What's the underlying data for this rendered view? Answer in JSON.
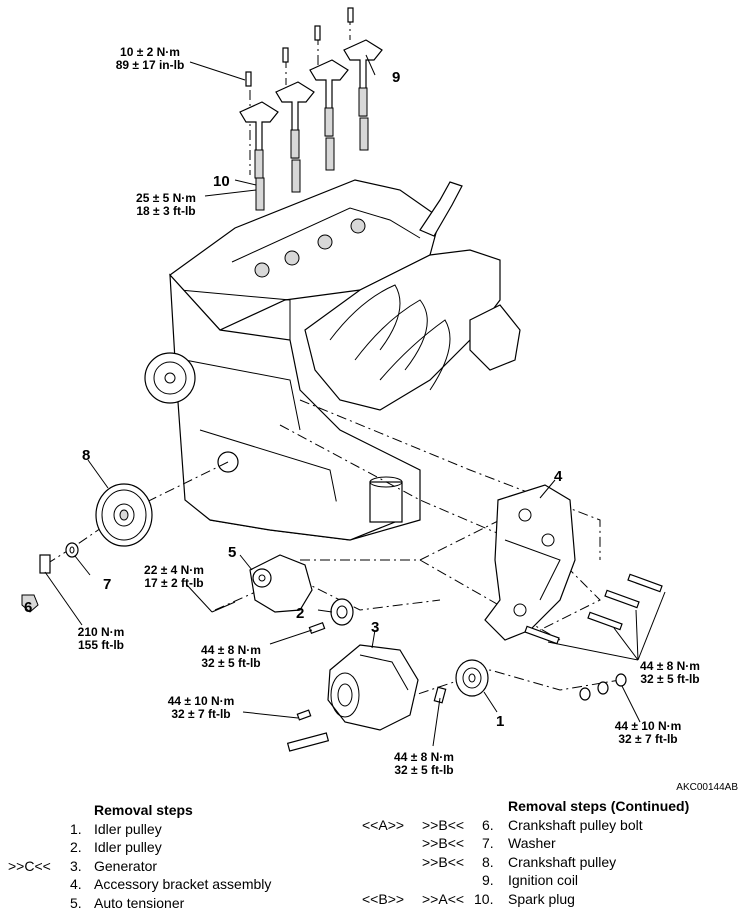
{
  "callouts": {
    "c1": "1",
    "c2": "2",
    "c3": "3",
    "c4": "4",
    "c5": "5",
    "c6": "6",
    "c7": "7",
    "c8": "8",
    "c9": "9",
    "c10": "10"
  },
  "torques": {
    "t_coil_a": "10 ± 2 N·m",
    "t_coil_b": "89 ± 17 in-lb",
    "t_plug_a": "25 ± 5 N·m",
    "t_plug_b": "18 ± 3 ft-lb",
    "t_tens_a": "22 ± 4 N·m",
    "t_tens_b": "17 ± 2 ft-lb",
    "t_pulley_a": "210 N·m",
    "t_pulley_b": "155 ft-lb",
    "t_idler2_a": "44 ± 8 N·m",
    "t_idler2_b": "32 ± 5 ft-lb",
    "t_gen_a": "44 ± 10 N·m",
    "t_gen_b": "32 ± 7 ft-lb",
    "t_idler1_a": "44 ± 8 N·m",
    "t_idler1_b": "32 ± 5 ft-lb",
    "t_brkt_a": "44 ± 8 N·m",
    "t_brkt_b": "32 ± 5 ft-lb",
    "t_brkt2_a": "44 ± 10 N·m",
    "t_brkt2_b": "32 ± 7 ft-lb"
  },
  "figure_code": "AKC00144AB",
  "removal_left": {
    "title": "Removal steps",
    "items": [
      {
        "mark_a": "",
        "mark_b": "",
        "num": "1.",
        "name": "Idler pulley"
      },
      {
        "mark_a": "",
        "mark_b": "",
        "num": "2.",
        "name": "Idler pulley"
      },
      {
        "mark_a": ">>C<<",
        "mark_b": "",
        "num": "3.",
        "name": "Generator"
      },
      {
        "mark_a": "",
        "mark_b": "",
        "num": "4.",
        "name": "Accessory bracket assembly"
      },
      {
        "mark_a": "",
        "mark_b": "",
        "num": "5.",
        "name": "Auto tensioner"
      }
    ]
  },
  "removal_right": {
    "title": "Removal steps (Continued)",
    "items": [
      {
        "mark_a": "<<A>>",
        "mark_b": ">>B<<",
        "num": "6.",
        "name": "Crankshaft pulley bolt"
      },
      {
        "mark_a": "",
        "mark_b": ">>B<<",
        "num": "7.",
        "name": "Washer"
      },
      {
        "mark_a": "",
        "mark_b": ">>B<<",
        "num": "8.",
        "name": "Crankshaft pulley"
      },
      {
        "mark_a": "",
        "mark_b": "",
        "num": "9.",
        "name": "Ignition coil"
      },
      {
        "mark_a": "<<B>>",
        "mark_b": ">>A<<",
        "num": "10.",
        "name": "Spark plug"
      }
    ]
  }
}
